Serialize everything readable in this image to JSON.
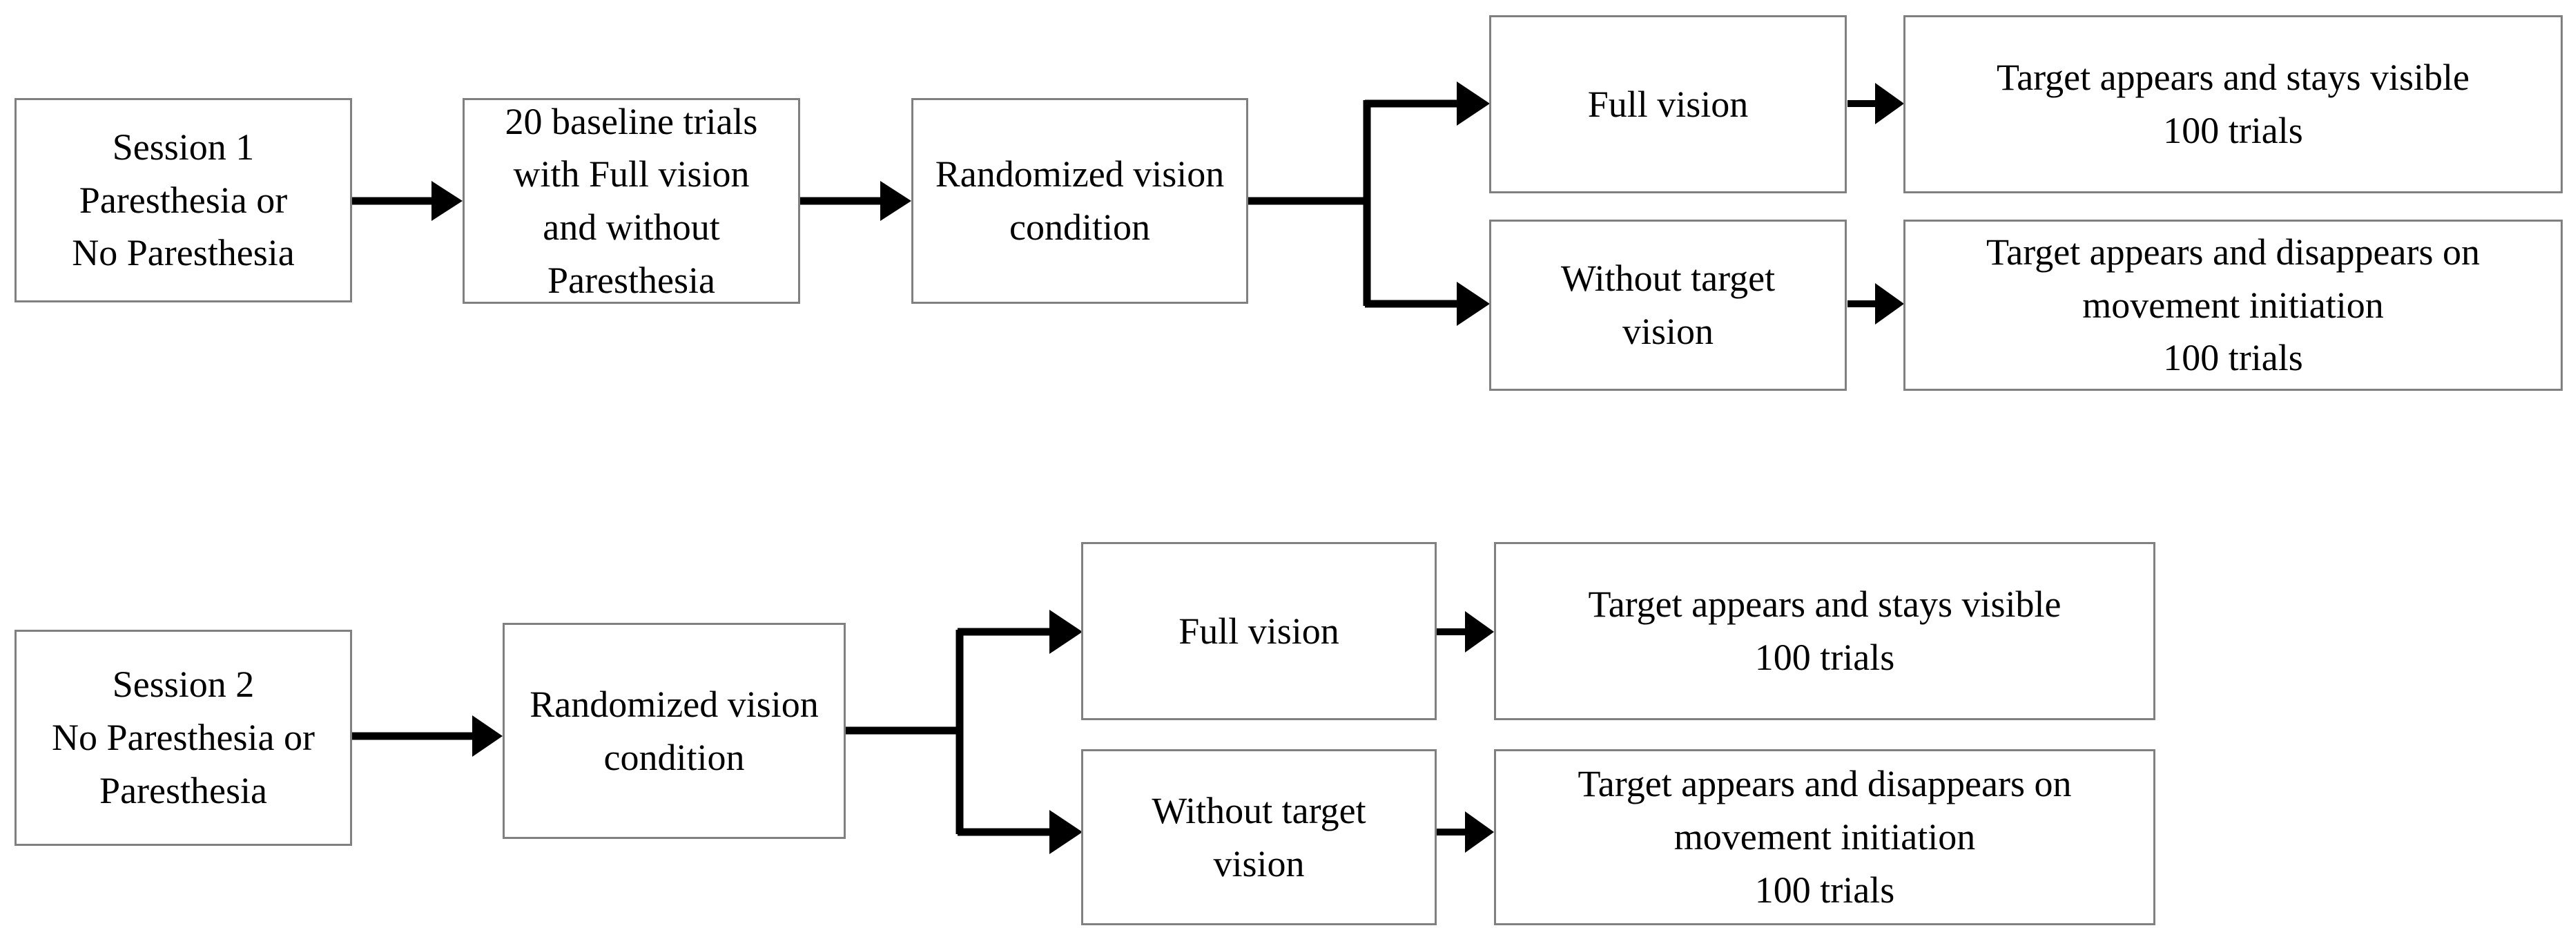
{
  "diagram": {
    "title": "Experimental protocol flowchart",
    "background_color": "#ffffff",
    "box_border_color": "#808080",
    "arrow_color": "#000000",
    "text_color": "#000000"
  },
  "session1": {
    "start": {
      "label": "Session 1\nParesthesia or\nNo Paresthesia"
    },
    "baseline": {
      "label": "20 baseline trials\nwith  Full vision\nand  without\nParesthesia"
    },
    "randomized": {
      "label": "Randomized vision\ncondition"
    },
    "branches": [
      {
        "condition": "Full vision",
        "outcome": "Target appears and stays visible\n100 trials"
      },
      {
        "condition": "Without target\nvision",
        "outcome": "Target appears and disappears on\nmovement initiation\n100 trials"
      }
    ]
  },
  "session2": {
    "start": {
      "label": "Session 2\nNo Paresthesia or\nParesthesia"
    },
    "randomized": {
      "label": "Randomized vision\ncondition"
    },
    "branches": [
      {
        "condition": "Full vision",
        "outcome": "Target appears and stays visible\n100 trials"
      },
      {
        "condition": "Without target\nvision",
        "outcome": "Target appears and disappears on\nmovement initiation\n100 trials"
      }
    ]
  }
}
